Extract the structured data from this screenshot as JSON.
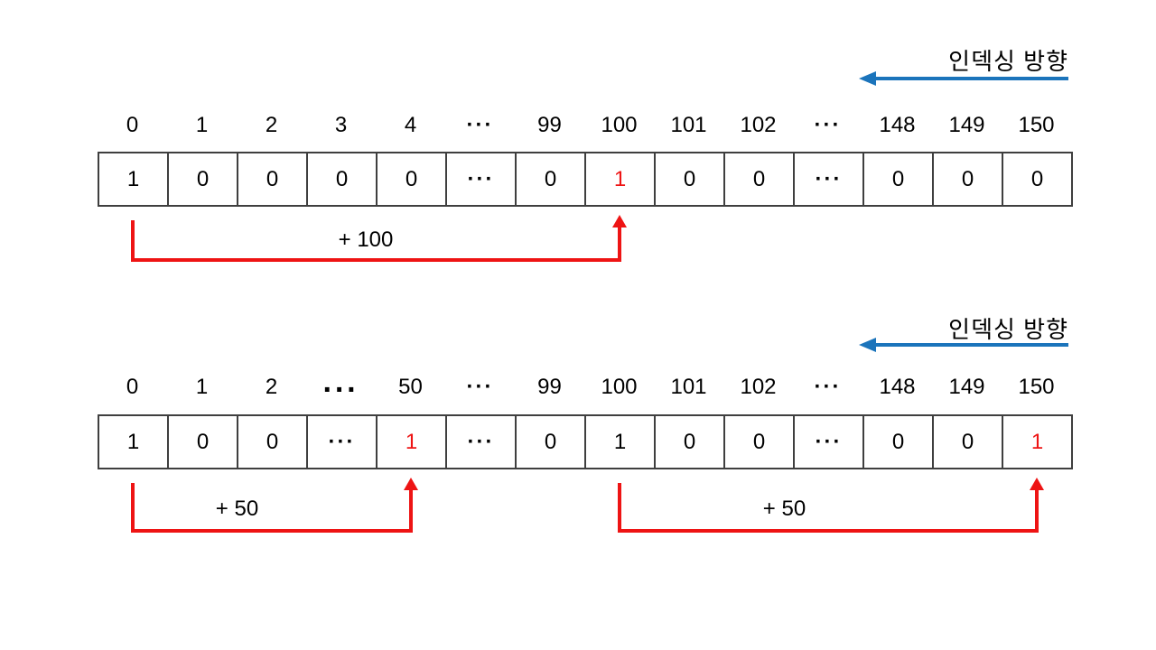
{
  "page": {
    "background": "#ffffff"
  },
  "colors": {
    "blue": "#1b74bb",
    "red": "#ee1414",
    "border": "#3f3f3f",
    "text": "#000000"
  },
  "diagrams": [
    {
      "direction_label": "인덱싱 방향",
      "index_labels": [
        {
          "label": "0"
        },
        {
          "label": "1"
        },
        {
          "label": "2"
        },
        {
          "label": "3"
        },
        {
          "label": "4"
        },
        {
          "label": "···",
          "dots": true
        },
        {
          "label": "99"
        },
        {
          "label": "100"
        },
        {
          "label": "101"
        },
        {
          "label": "102"
        },
        {
          "label": "···",
          "dots": true
        },
        {
          "label": "148"
        },
        {
          "label": "149"
        },
        {
          "label": "150"
        }
      ],
      "cells": [
        {
          "value": "1"
        },
        {
          "value": "0"
        },
        {
          "value": "0"
        },
        {
          "value": "0"
        },
        {
          "value": "0"
        },
        {
          "value": "···",
          "dots": true
        },
        {
          "value": "0"
        },
        {
          "value": "1",
          "red": true
        },
        {
          "value": "0"
        },
        {
          "value": "0"
        },
        {
          "value": "···",
          "dots": true
        },
        {
          "value": "0"
        },
        {
          "value": "0"
        },
        {
          "value": "0"
        }
      ],
      "jumps": [
        {
          "label": "+ 100",
          "from_index": "0",
          "to_index": "100",
          "from_cell": 0,
          "to_cell": 7
        }
      ]
    },
    {
      "direction_label": "인덱싱 방향",
      "index_labels": [
        {
          "label": "0"
        },
        {
          "label": "1"
        },
        {
          "label": "2"
        },
        {
          "label": "···",
          "dots": true,
          "bold": true
        },
        {
          "label": "50"
        },
        {
          "label": "···",
          "dots": true
        },
        {
          "label": "99"
        },
        {
          "label": "100"
        },
        {
          "label": "101"
        },
        {
          "label": "102"
        },
        {
          "label": "···",
          "dots": true
        },
        {
          "label": "148"
        },
        {
          "label": "149"
        },
        {
          "label": "150"
        }
      ],
      "cells": [
        {
          "value": "1"
        },
        {
          "value": "0"
        },
        {
          "value": "0"
        },
        {
          "value": "···",
          "dots": true
        },
        {
          "value": "1",
          "red": true
        },
        {
          "value": "···",
          "dots": true
        },
        {
          "value": "0"
        },
        {
          "value": "1"
        },
        {
          "value": "0"
        },
        {
          "value": "0"
        },
        {
          "value": "···",
          "dots": true
        },
        {
          "value": "0"
        },
        {
          "value": "0"
        },
        {
          "value": "1",
          "red": true
        }
      ],
      "jumps": [
        {
          "label": "+ 50",
          "from_index": "0",
          "to_index": "50",
          "from_cell": 0,
          "to_cell": 4
        },
        {
          "label": "+ 50",
          "from_index": "100",
          "to_index": "150",
          "from_cell": 7,
          "to_cell": 13
        }
      ]
    }
  ]
}
